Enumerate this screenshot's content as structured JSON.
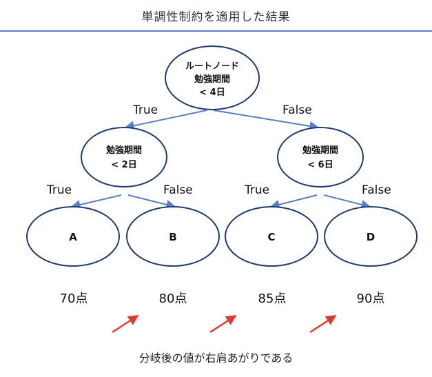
{
  "title": "単調性制約を適用した結果",
  "caption": "分岐後の値が右肩あがりである",
  "colors": {
    "node_stroke": "#1f3a70",
    "edge": "#5b7ec8",
    "rule": "#5b7ec8",
    "arrow": "#e03a2a"
  },
  "root": {
    "line1": "ルートノード",
    "line2": "勉強期間",
    "line3": "< 4日"
  },
  "left_node": {
    "line1": "勉強期間",
    "line2": "< 2日"
  },
  "right_node": {
    "line1": "勉強期間",
    "line2": "< 6日"
  },
  "edge_labels": {
    "root_true": "True",
    "root_false": "False",
    "left_true": "True",
    "left_false": "False",
    "right_true": "True",
    "right_false": "False"
  },
  "leaves": [
    {
      "label": "A",
      "score": "70点"
    },
    {
      "label": "B",
      "score": "80点"
    },
    {
      "label": "C",
      "score": "85点"
    },
    {
      "label": "D",
      "score": "90点"
    }
  ],
  "trend_icon": "arrow-up-right-icon"
}
